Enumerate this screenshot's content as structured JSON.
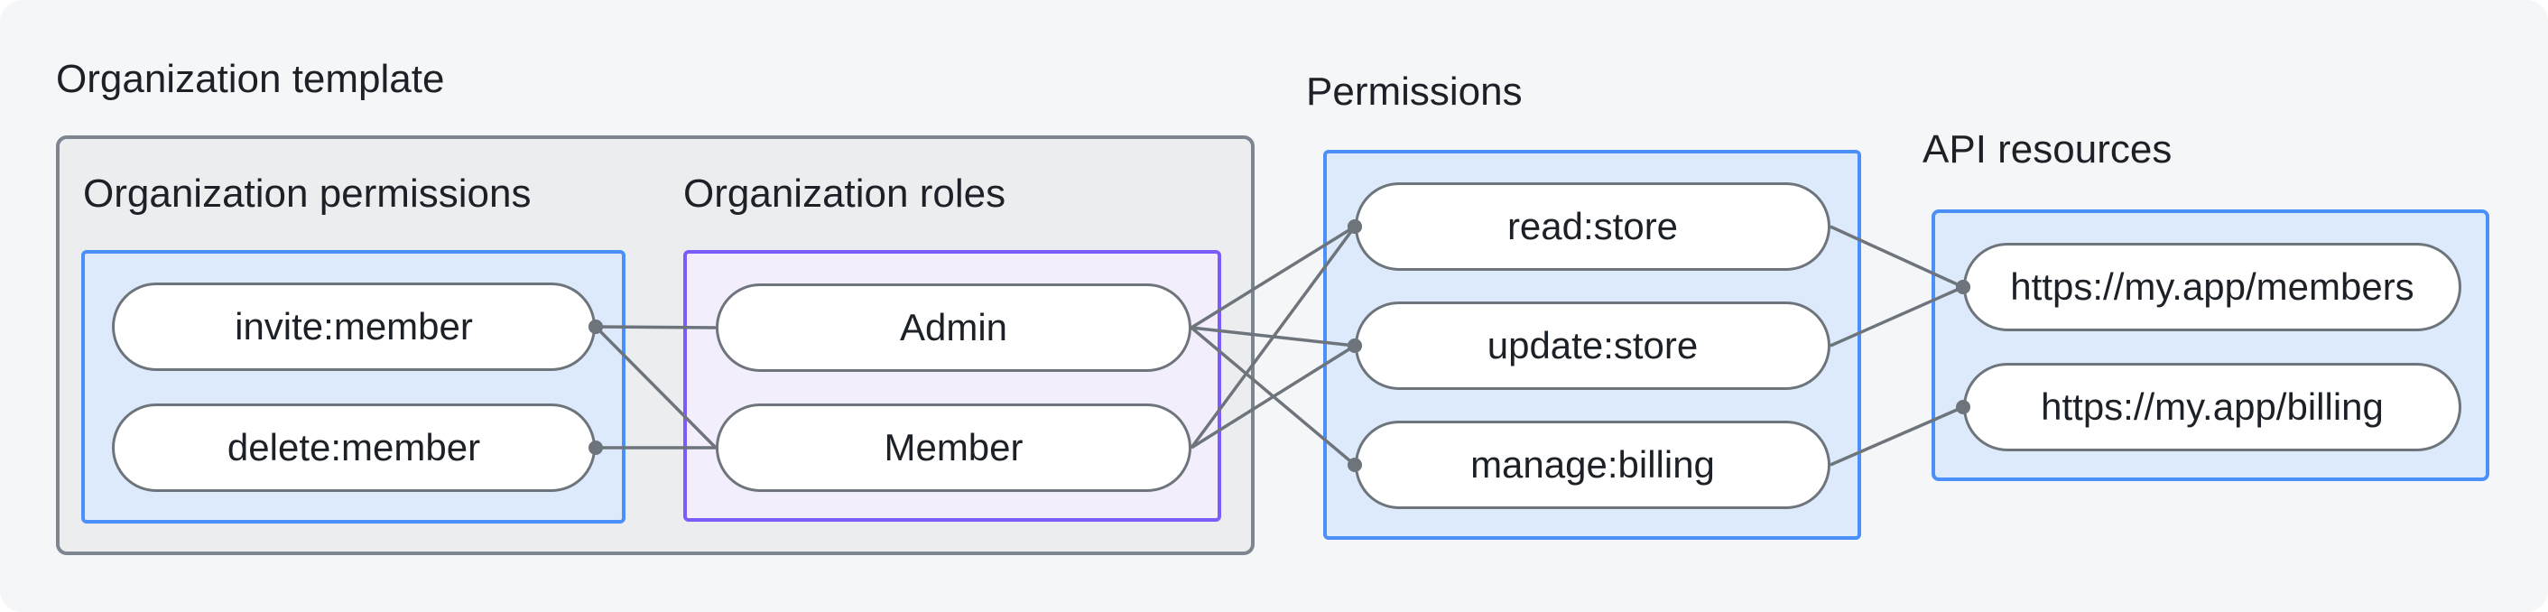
{
  "labels": {
    "title": "Organization template",
    "org_permissions": "Organization permissions",
    "org_roles": "Organization roles",
    "permissions": "Permissions",
    "api_resources": "API resources"
  },
  "nodes": {
    "invite": {
      "label": "invite:member"
    },
    "delete": {
      "label": "delete:member"
    },
    "admin": {
      "label": "Admin"
    },
    "member": {
      "label": "Member"
    },
    "read": {
      "label": "read:store"
    },
    "update": {
      "label": "update:store"
    },
    "manage": {
      "label": "manage:billing"
    },
    "members": {
      "label": "https://my.app/members"
    },
    "billing": {
      "label": "https://my.app/billing"
    }
  },
  "edges": [
    {
      "from": "invite",
      "to": "admin",
      "dot": "from"
    },
    {
      "from": "invite",
      "to": "member",
      "dot": "from"
    },
    {
      "from": "delete",
      "to": "member",
      "dot": "from"
    },
    {
      "from": "admin",
      "to": "read",
      "dot": "to"
    },
    {
      "from": "admin",
      "to": "update",
      "dot": "to"
    },
    {
      "from": "admin",
      "to": "manage",
      "dot": "to"
    },
    {
      "from": "member",
      "to": "read",
      "dot": "to"
    },
    {
      "from": "member",
      "to": "update",
      "dot": "to"
    },
    {
      "from": "read",
      "to": "members",
      "dot": "to"
    },
    {
      "from": "update",
      "to": "members",
      "dot": "to"
    },
    {
      "from": "manage",
      "to": "billing",
      "dot": "to"
    }
  ],
  "colors": {
    "canvas_bg": "#f5f6f7",
    "outer_fill": "#ebedef",
    "outer_border": "#7d8590",
    "blue_fill": "#dceafb",
    "blue_border": "#4a90f8",
    "purple_fill": "#f3eefc",
    "purple_border": "#7c5cfa",
    "node_fill": "#ffffff",
    "node_border": "#6e747b",
    "edge": "#6e747b",
    "text": "#1c2127"
  }
}
